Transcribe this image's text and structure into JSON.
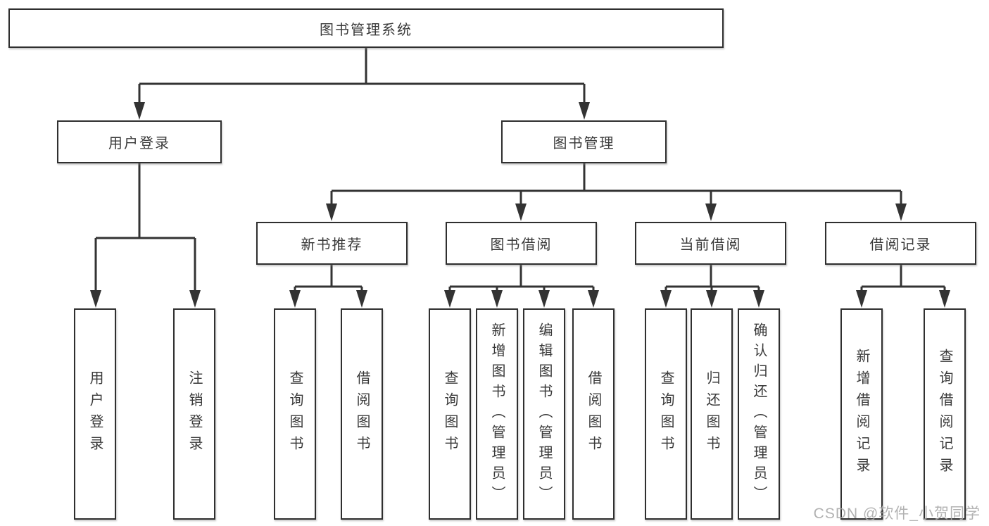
{
  "title_box": "图书管理系统",
  "branches": {
    "login": {
      "label": "用户登录",
      "children": [
        "用户登录",
        "注销登录"
      ]
    },
    "mgmt": {
      "label": "图书管理",
      "groups": [
        {
          "label": "新书推荐",
          "children": [
            "查询图书",
            "借阅图书"
          ]
        },
        {
          "label": "图书借阅",
          "children": [
            "查询图书",
            "新增图书（管理员）",
            "编辑图书（管理员）",
            "借阅图书"
          ]
        },
        {
          "label": "当前借阅",
          "children": [
            "查询图书",
            "归还图书",
            "确认归还（管理员）"
          ]
        },
        {
          "label": "借阅记录",
          "children": [
            "新增借阅记录",
            "查询借阅记录"
          ]
        }
      ]
    }
  },
  "watermark": "CSDN @软件_小贺同学",
  "colors": {
    "line": "#333333",
    "box_border": "#2f2f2f",
    "text": "#3a3a3a",
    "watermark": "#a8a8a8",
    "background": "#ffffff"
  }
}
